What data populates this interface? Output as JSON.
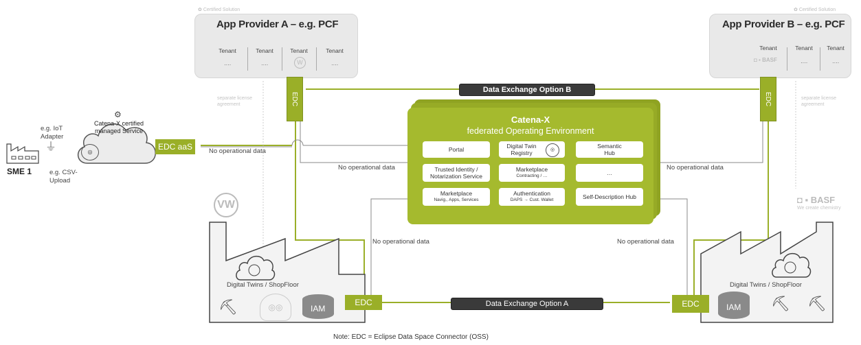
{
  "provider_a": {
    "cert_label": "Certified Solution",
    "title": "App Provider A – e.g. PCF",
    "tenants": [
      {
        "label": "Tenant",
        "value": "…."
      },
      {
        "label": "Tenant",
        "value": "…."
      },
      {
        "label": "Tenant",
        "value": ""
      },
      {
        "label": "Tenant",
        "value": "…."
      }
    ],
    "license_note": "separate license agreement"
  },
  "provider_b": {
    "cert_label": "Certified Solution",
    "title": "App Provider B – e.g. PCF",
    "tenants": [
      {
        "label": "Tenant",
        "value": ""
      },
      {
        "label": "Tenant",
        "value": "…."
      },
      {
        "label": "Tenant",
        "value": "…."
      }
    ],
    "license_note": "separate license agreement"
  },
  "edc_label": "EDC",
  "edc_aas_label": "EDC aaS",
  "data_exchange_b": "Data Exchange Option B",
  "data_exchange_a": "Data Exchange Option A",
  "no_operational_data": "No operational data",
  "sme": {
    "name": "SME 1",
    "iot_label": "e.g. IoT Adapter",
    "csv_label": "e.g. CSV-Upload",
    "cloud_text": "Catena-X certified managed Service"
  },
  "catena": {
    "title": "Catena-X",
    "subtitle": "federated Operating Environment",
    "services": [
      {
        "label": "Portal",
        "sub": ""
      },
      {
        "label": "Digital Twin Registry",
        "sub": ""
      },
      {
        "label": "Semantic Hub",
        "sub": ""
      },
      {
        "label": "Trusted Identity / Notarization Service",
        "sub": ""
      },
      {
        "label": "Marketplace",
        "sub": "Contracting / …"
      },
      {
        "label": "…",
        "sub": ""
      },
      {
        "label": "Marketplace",
        "sub": "Navig., Apps, Services"
      },
      {
        "label": "Authentication",
        "sub": "DAPS → Cust. Wallet"
      },
      {
        "label": "Self-Description Hub",
        "sub": ""
      }
    ]
  },
  "factory_left": {
    "twins_label": "Digital Twins / ShopFloor",
    "iam": "IAM",
    "brand": "VW"
  },
  "factory_right": {
    "twins_label": "Digital Twins / ShopFloor",
    "iam": "IAM",
    "brand": "BASF",
    "tagline": "We create chemistry"
  },
  "basf_small": "BASF",
  "note": "Note: EDC = Eclipse Data Space Connector (OSS)",
  "colors": {
    "accent": "#9aaf28",
    "panel": "#e9e9e9",
    "dark_bar": "#3a3a3a"
  }
}
